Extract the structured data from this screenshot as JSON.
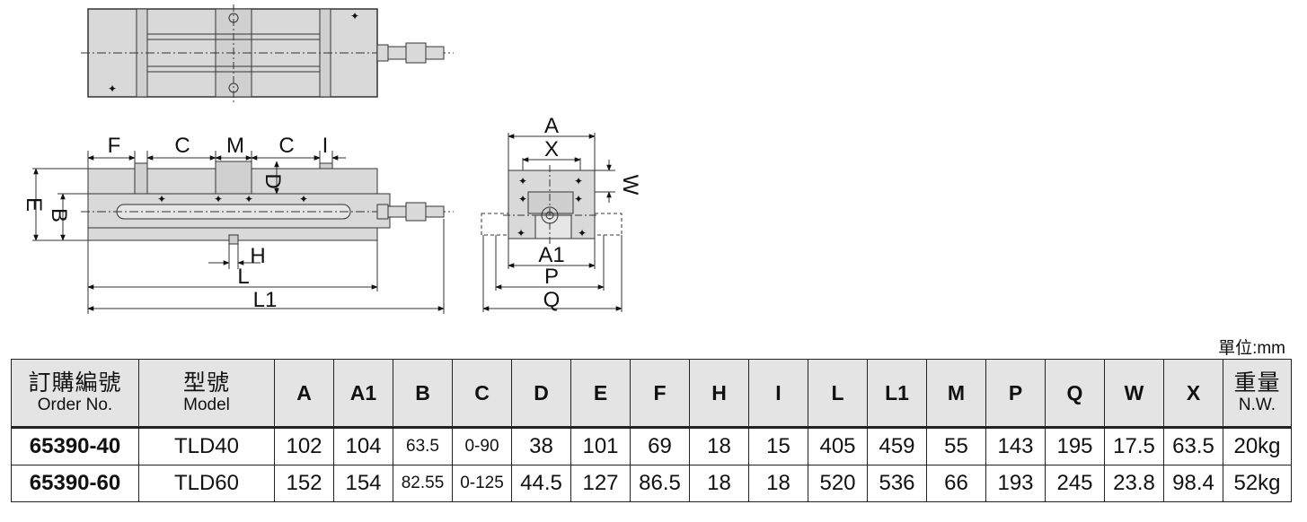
{
  "drawing_labels": {
    "F": "F",
    "C": "C",
    "M": "M",
    "I": "I",
    "D": "D",
    "E": "E",
    "B": "B",
    "H": "H",
    "L": "L",
    "L1": "L1",
    "A": "A",
    "X": "X",
    "W": "W",
    "A1": "A1",
    "P": "P",
    "Q": "Q"
  },
  "unit_label": "單位:mm",
  "table": {
    "headers": [
      {
        "zh": "訂購編號",
        "en": "Order No."
      },
      {
        "zh": "型號",
        "en": "Model"
      },
      {
        "label": "A"
      },
      {
        "label": "A1"
      },
      {
        "label": "B"
      },
      {
        "label": "C"
      },
      {
        "label": "D"
      },
      {
        "label": "E"
      },
      {
        "label": "F"
      },
      {
        "label": "H"
      },
      {
        "label": "I"
      },
      {
        "label": "L"
      },
      {
        "label": "L1"
      },
      {
        "label": "M"
      },
      {
        "label": "P"
      },
      {
        "label": "Q"
      },
      {
        "label": "W"
      },
      {
        "label": "X"
      },
      {
        "zh": "重量",
        "en": "N.W."
      }
    ],
    "rows": [
      [
        "65390-40",
        "TLD40",
        "102",
        "104",
        "63.5",
        "0-90",
        "38",
        "101",
        "69",
        "18",
        "15",
        "405",
        "459",
        "55",
        "143",
        "195",
        "17.5",
        "63.5",
        "20kg"
      ],
      [
        "65390-60",
        "TLD60",
        "152",
        "154",
        "82.55",
        "0-125",
        "44.5",
        "127",
        "86.5",
        "18",
        "18",
        "520",
        "536",
        "66",
        "193",
        "245",
        "23.8",
        "98.4",
        "52kg"
      ]
    ]
  }
}
